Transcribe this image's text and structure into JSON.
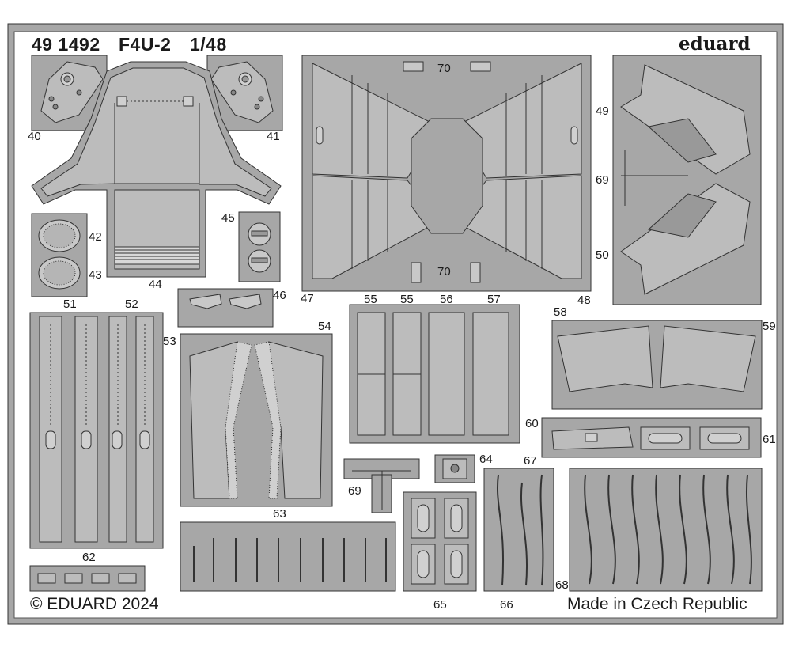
{
  "header": {
    "code": "49 1492",
    "model": "F4U-2",
    "scale": "1/48",
    "brand": "eduard"
  },
  "footer": {
    "copyright": "© EDUARD 2024",
    "origin": "Made in Czech Republic"
  },
  "part_labels": {
    "p40": "40",
    "p41": "41",
    "p42": "42",
    "p43": "43",
    "p44": "44",
    "p45": "45",
    "p46": "46",
    "p47": "47",
    "p48": "48",
    "p49": "49",
    "p50": "50",
    "p51": "51",
    "p52": "52",
    "p53": "53",
    "p54": "54",
    "p55a": "55",
    "p55b": "55",
    "p56": "56",
    "p57": "57",
    "p58": "58",
    "p59": "59",
    "p60": "60",
    "p61": "61",
    "p62": "62",
    "p63": "63",
    "p64": "64",
    "p65": "65",
    "p66": "66",
    "p67": "67",
    "p68": "68",
    "p69a": "69",
    "p69b": "69",
    "p70a": "70",
    "p70b": "70"
  },
  "colors": {
    "fret": "#a7a7a7",
    "part": "#bcbcbc",
    "line": "#333333",
    "background": "#ffffff"
  }
}
